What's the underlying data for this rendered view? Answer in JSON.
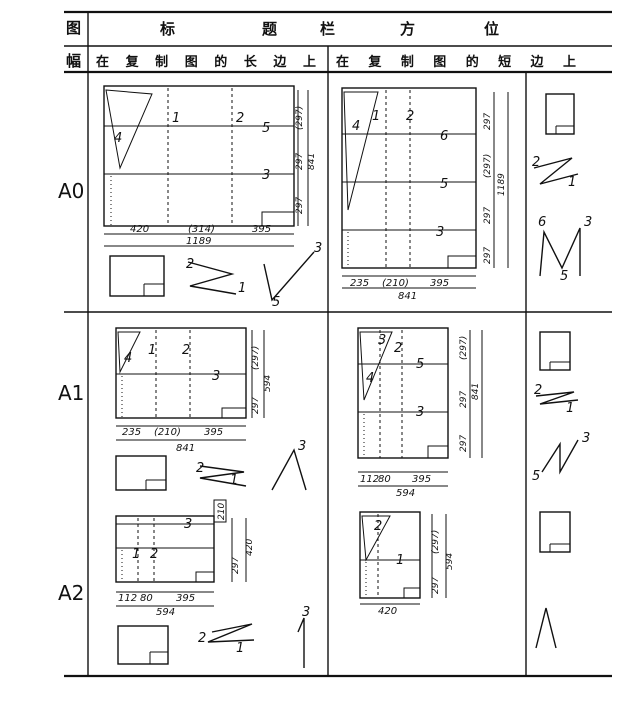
{
  "header": {
    "col1_top": "图",
    "col1_bottom": "幅",
    "title_chars": [
      "标",
      "题",
      "栏",
      "方",
      "位"
    ],
    "long_side_label": "在复制图的长边上",
    "short_side_label": "在复制图的短边上"
  },
  "rows": [
    {
      "label": "A0",
      "long": {
        "fold_numbers": [
          "4",
          "1",
          "2",
          "5",
          "3"
        ],
        "side_dims": [
          "(297)",
          "297",
          "297",
          "841"
        ],
        "bottom_dims": [
          "420",
          "(314)",
          "395"
        ],
        "total_dim": "1189",
        "zigzag_labels": [
          "2",
          "1"
        ],
        "n_labels": [
          "3",
          "5"
        ]
      },
      "short": {
        "fold_numbers": [
          "4",
          "1",
          "2",
          "6",
          "5",
          "3"
        ],
        "side_dims": [
          "297",
          "(297)",
          "297",
          "297",
          "1189"
        ],
        "bottom_dims": [
          "235",
          "(210)",
          "395"
        ],
        "total_dim": "841"
      },
      "side_labels": [
        "2",
        "1",
        "6",
        "3",
        "5"
      ]
    },
    {
      "label": "A1",
      "long": {
        "fold_numbers": [
          "4",
          "1",
          "2",
          "3"
        ],
        "side_dims": [
          "(297)",
          "297",
          "594"
        ],
        "bottom_dims": [
          "235",
          "(210)",
          "395"
        ],
        "total_dim": "841",
        "zigzag_labels": [
          "2",
          "1"
        ],
        "peak_labels": [
          "3"
        ]
      },
      "short": {
        "fold_numbers": [
          "3",
          "2",
          "4",
          "5",
          "3"
        ],
        "side_dims": [
          "(297)",
          "297",
          "297",
          "841"
        ],
        "bottom_dims": [
          "112",
          "80",
          "395"
        ],
        "total_dim": "594"
      },
      "side_labels": [
        "2",
        "1",
        "3",
        "5"
      ]
    },
    {
      "label": "A2",
      "long": {
        "fold_numbers": [
          "3",
          "1",
          "2"
        ],
        "side_dims": [
          "210",
          "297",
          "420"
        ],
        "bottom_dims": [
          "112",
          "80",
          "395"
        ],
        "total_dim": "594",
        "zigzag_labels": [
          "2",
          "1"
        ],
        "peak_labels": [
          "3"
        ]
      },
      "short": {
        "fold_numbers": [
          "2",
          "1"
        ],
        "side_dims": [
          "(297)",
          "297",
          "594"
        ],
        "bottom_dims": [
          "420"
        ]
      },
      "side_labels": []
    }
  ]
}
